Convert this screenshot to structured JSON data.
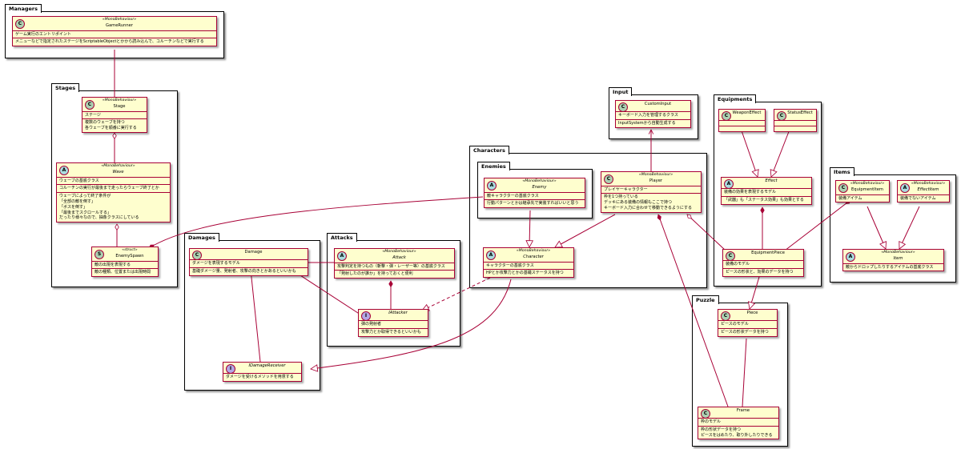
{
  "colors": {
    "border": "#A80036",
    "fill": "#FEFECE",
    "class_badge": "#ADD1B2",
    "abstract_badge": "#A9DCDF",
    "interface_badge": "#B4A7E5"
  },
  "packages": {
    "managers": "Managers",
    "stages": "Stages",
    "damages": "Damages",
    "attacks": "Attacks",
    "characters": "Characters",
    "enemies": "Enemies",
    "input": "Input",
    "equipments": "Equipments",
    "items": "Items",
    "puzzle": "Puzzle"
  },
  "classes": {
    "gamerunner": {
      "stereotype": "«MonoBehaviour»",
      "name": "GameRunner",
      "badge": "C",
      "sections": [
        [
          "ゲーム実行のエントリポイント"
        ],
        [
          "メニューなどで指定されたステージをScriptableObjectとかから読み込んで、コルーチンなどで実行する"
        ]
      ]
    },
    "stage": {
      "stereotype": "«MonoBehaviour»",
      "name": "Stage",
      "badge": "C",
      "sections": [
        [
          "ステージ"
        ],
        [
          "複数のウェーブを持つ",
          "各ウェーブを順番に実行する"
        ]
      ]
    },
    "wave": {
      "stereotype": "«MonoBehaviour»",
      "name": "Wave",
      "badge": "A",
      "sections": [
        [
          "ウェーブの基底クラス"
        ],
        [
          "コルーチンの実行が最後まで走ったらウェーブ終了とか"
        ],
        [
          "ウェーブによって終了条件が",
          "「全部の敵を倒す」",
          "「ボスを倒す」",
          "「最後までスクロールする」",
          "だったり様々なので、抽象クラスにしている"
        ]
      ]
    },
    "enemyspawn": {
      "stereotype": "«struct»",
      "name": "EnemySpawn",
      "badge": "S",
      "sections": [
        [
          "敵の出現を表現する"
        ],
        [
          "敵の種類、位置または出現時間"
        ]
      ]
    },
    "damage": {
      "stereotype": "",
      "name": "Damage",
      "badge": "C",
      "sections": [
        [
          "ダメージを表現するモデル"
        ],
        [
          "基礎ダメージ量、発射者、攻撃の向きとかあるといいかも"
        ]
      ]
    },
    "idamagereceiver": {
      "stereotype": "",
      "name": "IDamageReceiver",
      "badge": "I",
      "sections": [
        [
          "ダメージを受けるメソッドを用意する"
        ]
      ]
    },
    "attack": {
      "stereotype": "«MonoBehaviour»",
      "name": "Attack",
      "badge": "A",
      "sections": [
        [
          "攻撃判定を持つもの（斬撃・弾・レーザー等）の基底クラス"
        ],
        [
          "「発射したのが誰か」を持っておくと便利"
        ]
      ]
    },
    "iattacker": {
      "stereotype": "",
      "name": "IAttacker",
      "badge": "I",
      "sections": [
        [
          "弾の発射者"
        ],
        [
          "攻撃力とか取得できるといいかも"
        ]
      ]
    },
    "enemy": {
      "stereotype": "«MonoBehaviour»",
      "name": "Enemy",
      "badge": "A",
      "sections": [
        [
          "敵キャラクターの基底クラス"
        ],
        [
          "行動パターンとかは継承先で実装すればいいと思う"
        ]
      ]
    },
    "player": {
      "stereotype": "«MonoBehaviour»",
      "name": "Player",
      "badge": "C",
      "sections": [
        [
          "プレイヤーキャラクター"
        ],
        [
          "枠を1つ持っている",
          "デッキにある装備の情報もここで持つ",
          "キーボード入力に合わせて移動できるようにする"
        ]
      ]
    },
    "character": {
      "stereotype": "«MonoBehaviour»",
      "name": "Character",
      "badge": "A",
      "sections": [
        [
          "キャラクターの基底クラス"
        ],
        [
          "HPとか攻撃力とかの基礎ステータスを持つ"
        ]
      ]
    },
    "custominput": {
      "stereotype": "",
      "name": "CustomInput",
      "badge": "C",
      "sections": [
        [
          "キーボード入力を管理するクラス"
        ],
        [
          "InputSystemから自動生成する"
        ]
      ]
    },
    "weaponeffect": {
      "stereotype": "",
      "name": "WeaponEffect",
      "badge": "C",
      "sections": []
    },
    "statuseffect": {
      "stereotype": "",
      "name": "StatusEffect",
      "badge": "C",
      "sections": []
    },
    "effect": {
      "stereotype": "",
      "name": "Effect",
      "badge": "A",
      "sections": [
        [
          "装備の効果を表現するモデル"
        ],
        [
          "「武器」も「ステータス効果」も効果とする"
        ]
      ]
    },
    "equipmentpiece": {
      "stereotype": "",
      "name": "EquipmentPiece",
      "badge": "C",
      "sections": [
        [
          "装備のモデル"
        ],
        [
          "ピースの形状と、効果のデータを持つ"
        ]
      ]
    },
    "equipmentitem": {
      "stereotype": "«MonoBehaviour»",
      "name": "EquipmentItem",
      "badge": "C",
      "sections": [
        [
          "装備アイテム"
        ]
      ]
    },
    "effectitem": {
      "stereotype": "«MonoBehaviour»",
      "name": "EffectItem",
      "badge": "A",
      "sections": [
        [
          "装備でないアイテム"
        ]
      ]
    },
    "item": {
      "stereotype": "«MonoBehaviour»",
      "name": "Item",
      "badge": "A",
      "sections": [
        [
          "敵からドロップしたりするアイテムの基底クラス"
        ]
      ]
    },
    "piece": {
      "stereotype": "",
      "name": "Piece",
      "badge": "C",
      "sections": [
        [
          "ピースのモデル"
        ],
        [
          "ピースの形状データを持つ"
        ]
      ]
    },
    "frame": {
      "stereotype": "",
      "name": "Frame",
      "badge": "C",
      "sections": [
        [
          "枠のモデル"
        ],
        [
          "枠の形状データを持つ",
          "ピースをはめたり、取り外したりできる"
        ]
      ]
    }
  }
}
